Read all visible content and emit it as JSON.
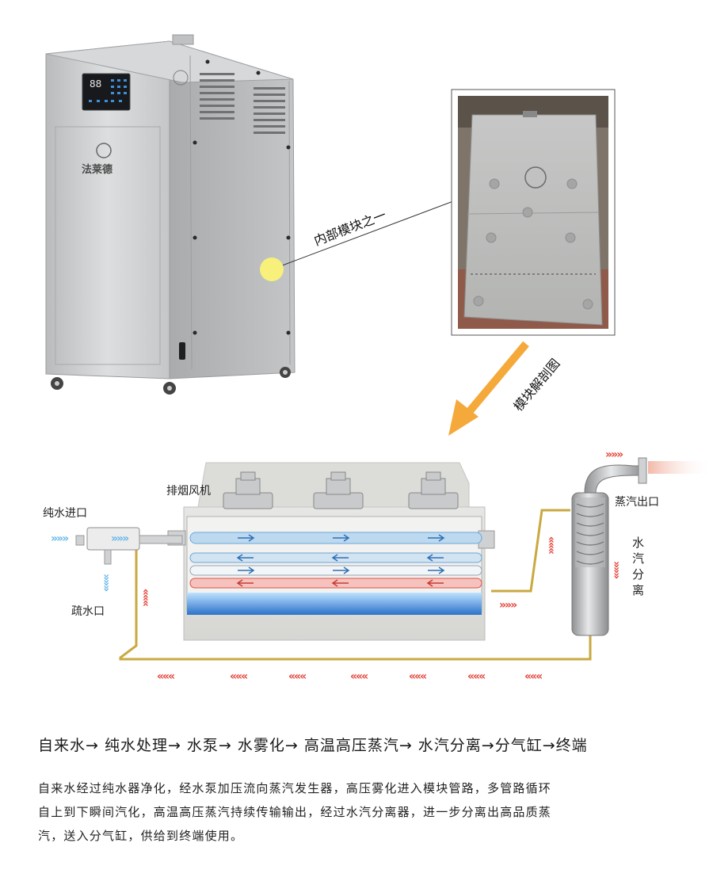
{
  "machine": {
    "brand_logo_text": "法莱德",
    "display_digits": "88"
  },
  "callout": {
    "label": "内部模块之一"
  },
  "arrow_label": "模块解剖图",
  "diagram": {
    "fan_label": "排烟风机",
    "inlet_label": "纯水进口",
    "drain_label": "疏水口",
    "steam_outlet_label": "蒸汽出口",
    "separator_label": [
      "水",
      "汽",
      "分",
      "离"
    ]
  },
  "flow_title": "自来水→ 纯水处理→ 水泵→ 水雾化→ 高温高压蒸汽→ 水汽分离→分气缸→终端",
  "description": [
    "自来水经过纯水器净化，经水泵加压流向蒸汽发生器，高压雾化进入模块管路，多管路循环",
    "自上到下瞬间汽化，高温高压蒸汽持续传输输出，经过水汽分离器，进一步分离出高品质蒸",
    "汽，送入分气缸，供给到终端使用。"
  ],
  "colors": {
    "steel": "#c9cbcd",
    "callout_dot": "#f7f07a",
    "orange_arrow": "#f4a93a",
    "hot_pipe": "#e0524a",
    "cold_pipe": "#6aa6d8",
    "chevron_red": "#e4463c",
    "chevron_blue": "#68b8ea",
    "gold_line": "#c9a940"
  }
}
